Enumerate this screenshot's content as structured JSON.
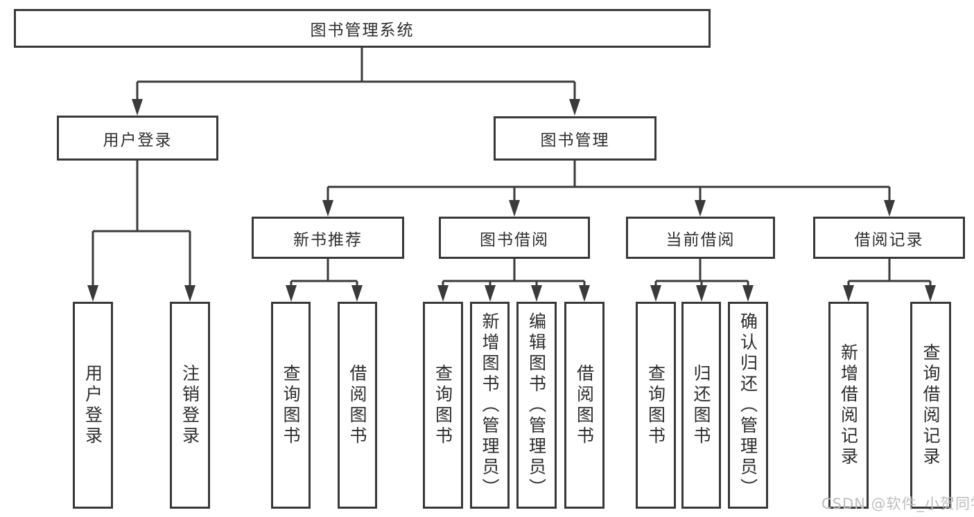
{
  "diagram": {
    "root": {
      "label": "图书管理系统"
    },
    "level2": {
      "user_login": {
        "label": "用户登录"
      },
      "book_mgmt": {
        "label": "图书管理"
      }
    },
    "level3": {
      "new_book_rec": {
        "label": "新书推荐"
      },
      "book_borrowing": {
        "label": "图书借阅"
      },
      "current_borrowing": {
        "label": "当前借阅"
      },
      "borrow_records": {
        "label": "借阅记录"
      }
    },
    "leaves": {
      "user_login": {
        "label": "用户登录"
      },
      "logout": {
        "label": "注销登录"
      },
      "query_books_newrec": {
        "label": "查询图书"
      },
      "borrow_books_newrec": {
        "label": "借阅图书"
      },
      "query_books_borrowing": {
        "label": "查询图书"
      },
      "add_books_admin": {
        "label": "新增图书（管理员）"
      },
      "edit_books_admin": {
        "label": "编辑图书（管理员）"
      },
      "borrow_books_borrowing": {
        "label": "借阅图书"
      },
      "query_books_current": {
        "label": "查询图书"
      },
      "return_books": {
        "label": "归还图书"
      },
      "confirm_return_admin": {
        "label": "确认归还（管理员）"
      },
      "add_borrow_record": {
        "label": "新增借阅记录"
      },
      "query_borrow_record": {
        "label": "查询借阅记录"
      }
    },
    "watermark": {
      "text": "CSDN @软件_小贺同学"
    },
    "colors": {
      "line": "#3a3a3a",
      "box_border": "#383838",
      "text": "#2d2d2d",
      "watermark": "#bdbdbd",
      "background": "#ffffff"
    }
  }
}
